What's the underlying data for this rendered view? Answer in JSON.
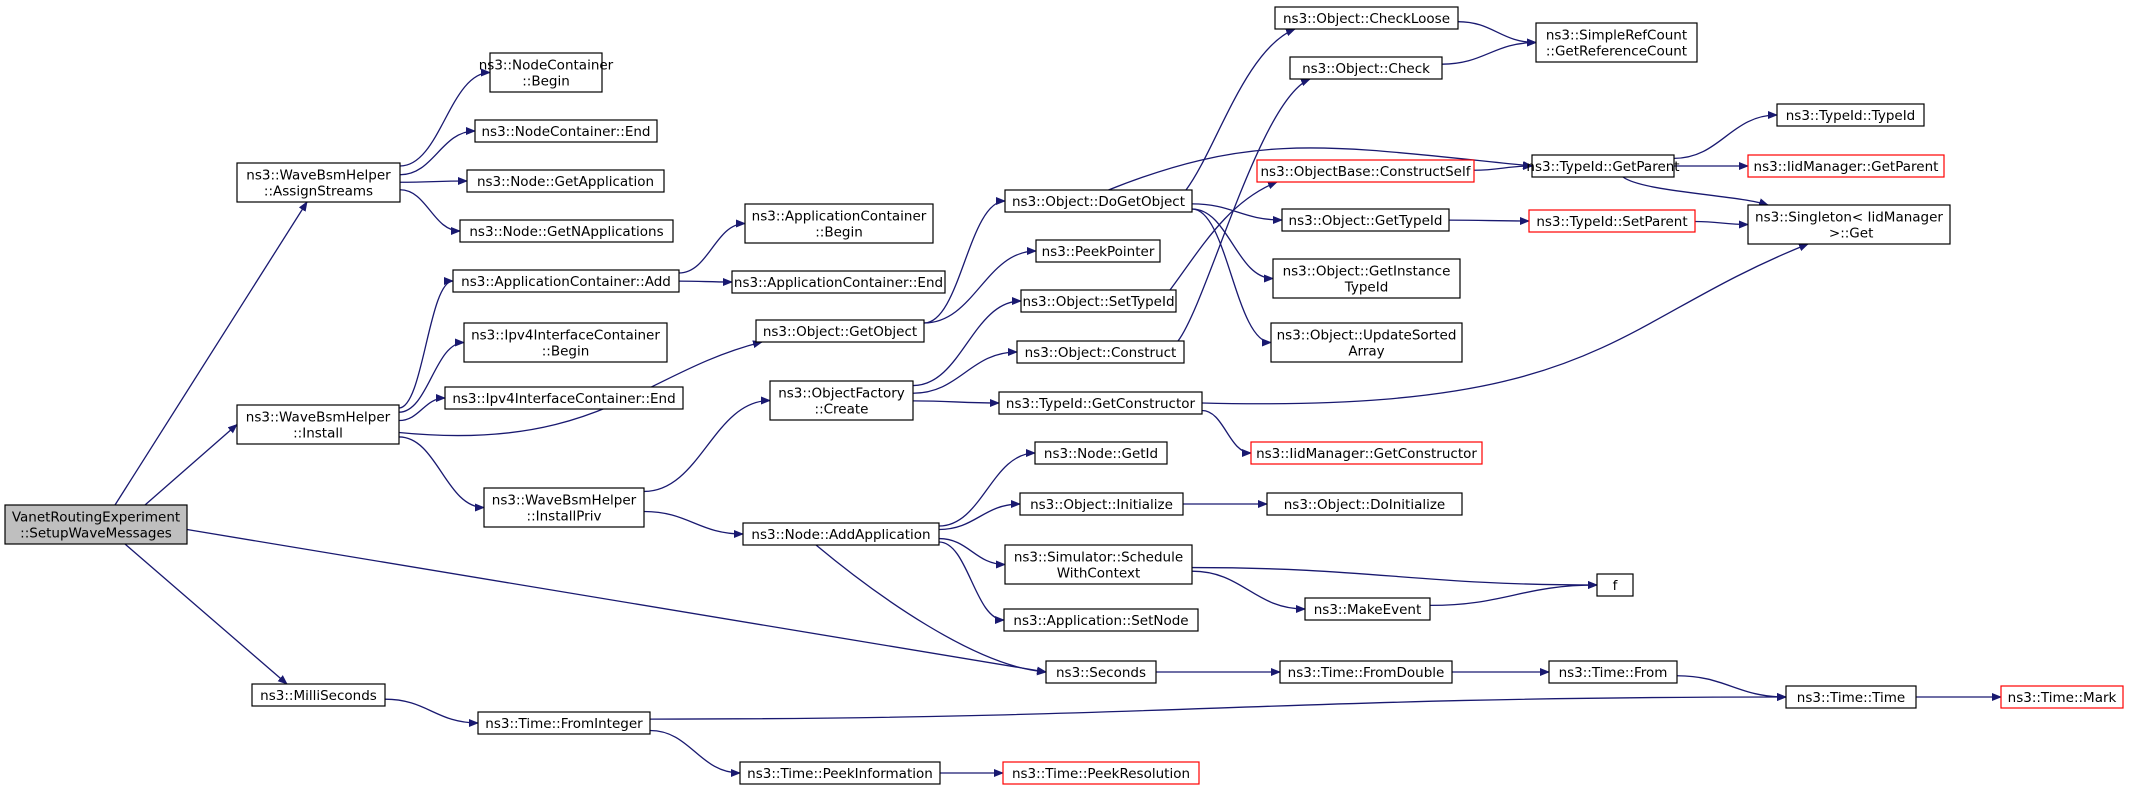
{
  "colors": {
    "edge": "#191970",
    "node_border": "#000000",
    "node_border_incomplete": "#ff0000",
    "root_fill": "#bfbfbf",
    "node_fill": "#ffffff"
  },
  "nodes": [
    {
      "id": "root",
      "lines": [
        "VanetRoutingExperiment",
        "::SetupWaveMessages"
      ],
      "style": "root"
    },
    {
      "id": "assign",
      "lines": [
        "ns3::WaveBsmHelper",
        "::AssignStreams"
      ]
    },
    {
      "id": "install",
      "lines": [
        "ns3::WaveBsmHelper",
        "::Install"
      ]
    },
    {
      "id": "ms",
      "lines": [
        "ns3::MilliSeconds"
      ]
    },
    {
      "id": "ncBegin",
      "lines": [
        "ns3::NodeContainer",
        "::Begin"
      ]
    },
    {
      "id": "ncEnd",
      "lines": [
        "ns3::NodeContainer::End"
      ]
    },
    {
      "id": "getApp",
      "lines": [
        "ns3::Node::GetApplication"
      ]
    },
    {
      "id": "getNApps",
      "lines": [
        "ns3::Node::GetNApplications"
      ]
    },
    {
      "id": "acAdd",
      "lines": [
        "ns3::ApplicationContainer::Add"
      ]
    },
    {
      "id": "ipv4Begin",
      "lines": [
        "ns3::Ipv4InterfaceContainer",
        "::Begin"
      ]
    },
    {
      "id": "ipv4End",
      "lines": [
        "ns3::Ipv4InterfaceContainer::End"
      ]
    },
    {
      "id": "installPriv",
      "lines": [
        "ns3::WaveBsmHelper",
        "::InstallPriv"
      ]
    },
    {
      "id": "fromInteger",
      "lines": [
        "ns3::Time::FromInteger"
      ]
    },
    {
      "id": "acBegin",
      "lines": [
        "ns3::ApplicationContainer",
        "::Begin"
      ]
    },
    {
      "id": "acEnd",
      "lines": [
        "ns3::ApplicationContainer::End"
      ]
    },
    {
      "id": "getObject",
      "lines": [
        "ns3::Object::GetObject"
      ]
    },
    {
      "id": "ofCreate",
      "lines": [
        "ns3::ObjectFactory",
        "::Create"
      ]
    },
    {
      "id": "addApp",
      "lines": [
        "ns3::Node::AddApplication"
      ]
    },
    {
      "id": "peekInfo",
      "lines": [
        "ns3::Time::PeekInformation"
      ]
    },
    {
      "id": "doGetObject",
      "lines": [
        "ns3::Object::DoGetObject"
      ]
    },
    {
      "id": "peekPointer",
      "lines": [
        "ns3::PeekPointer"
      ]
    },
    {
      "id": "setTypeId",
      "lines": [
        "ns3::Object::SetTypeId"
      ]
    },
    {
      "id": "construct",
      "lines": [
        "ns3::Object::Construct"
      ]
    },
    {
      "id": "getConstructor",
      "lines": [
        "ns3::TypeId::GetConstructor"
      ]
    },
    {
      "id": "getId",
      "lines": [
        "ns3::Node::GetId"
      ]
    },
    {
      "id": "initialize",
      "lines": [
        "ns3::Object::Initialize"
      ]
    },
    {
      "id": "schedule",
      "lines": [
        "ns3::Simulator::Schedule",
        "WithContext"
      ]
    },
    {
      "id": "setNode",
      "lines": [
        "ns3::Application::SetNode"
      ]
    },
    {
      "id": "seconds",
      "lines": [
        "ns3::Seconds"
      ]
    },
    {
      "id": "peekRes",
      "lines": [
        "ns3::Time::PeekResolution"
      ],
      "style": "red"
    },
    {
      "id": "checkLoose",
      "lines": [
        "ns3::Object::CheckLoose"
      ]
    },
    {
      "id": "check",
      "lines": [
        "ns3::Object::Check"
      ]
    },
    {
      "id": "constructSelf",
      "lines": [
        "ns3::ObjectBase::ConstructSelf"
      ],
      "style": "red"
    },
    {
      "id": "objGetTypeId",
      "lines": [
        "ns3::Object::GetTypeId"
      ]
    },
    {
      "id": "getInstanceTypeId",
      "lines": [
        "ns3::Object::GetInstance",
        "TypeId"
      ]
    },
    {
      "id": "updateSorted",
      "lines": [
        "ns3::Object::UpdateSorted",
        "Array"
      ]
    },
    {
      "id": "iidGetConstructor",
      "lines": [
        "ns3::IidManager::GetConstructor"
      ],
      "style": "red"
    },
    {
      "id": "doInitialize",
      "lines": [
        "ns3::Object::DoInitialize"
      ]
    },
    {
      "id": "makeEvent",
      "lines": [
        "ns3::MakeEvent"
      ]
    },
    {
      "id": "fromDouble",
      "lines": [
        "ns3::Time::FromDouble"
      ]
    },
    {
      "id": "refCount",
      "lines": [
        "ns3::SimpleRefCount",
        "::GetReferenceCount"
      ]
    },
    {
      "id": "getParent",
      "lines": [
        "ns3::TypeId::GetParent"
      ]
    },
    {
      "id": "tidSetParent",
      "lines": [
        "ns3::TypeId::SetParent"
      ],
      "style": "red"
    },
    {
      "id": "f",
      "lines": [
        "f"
      ]
    },
    {
      "id": "timeFrom",
      "lines": [
        "ns3::Time::From"
      ]
    },
    {
      "id": "typeIdCtor",
      "lines": [
        "ns3::TypeId::TypeId"
      ]
    },
    {
      "id": "iidGetParent",
      "lines": [
        "ns3::IidManager::GetParent"
      ],
      "style": "red"
    },
    {
      "id": "singletonGet",
      "lines": [
        "ns3::Singleton< IidManager",
        " >::Get"
      ]
    },
    {
      "id": "timeTime",
      "lines": [
        "ns3::Time::Time"
      ]
    },
    {
      "id": "timeMark",
      "lines": [
        "ns3::Time::Mark"
      ],
      "style": "red"
    }
  ],
  "edges": [
    [
      "root",
      "assign"
    ],
    [
      "root",
      "install"
    ],
    [
      "root",
      "ms"
    ],
    [
      "root",
      "seconds"
    ],
    [
      "assign",
      "ncBegin"
    ],
    [
      "assign",
      "ncEnd"
    ],
    [
      "assign",
      "getApp"
    ],
    [
      "assign",
      "getNApps"
    ],
    [
      "install",
      "acAdd"
    ],
    [
      "install",
      "ipv4Begin"
    ],
    [
      "install",
      "ipv4End"
    ],
    [
      "install",
      "getObject"
    ],
    [
      "install",
      "installPriv"
    ],
    [
      "acAdd",
      "acBegin"
    ],
    [
      "acAdd",
      "acEnd"
    ],
    [
      "installPriv",
      "ofCreate"
    ],
    [
      "installPriv",
      "addApp"
    ],
    [
      "ms",
      "fromInteger"
    ],
    [
      "fromInteger",
      "peekInfo"
    ],
    [
      "fromInteger",
      "timeTime"
    ],
    [
      "peekInfo",
      "peekRes"
    ],
    [
      "getObject",
      "doGetObject"
    ],
    [
      "getObject",
      "peekPointer"
    ],
    [
      "ofCreate",
      "setTypeId"
    ],
    [
      "ofCreate",
      "construct"
    ],
    [
      "ofCreate",
      "getConstructor"
    ],
    [
      "addApp",
      "getId"
    ],
    [
      "addApp",
      "initialize"
    ],
    [
      "addApp",
      "schedule"
    ],
    [
      "addApp",
      "setNode"
    ],
    [
      "addApp",
      "seconds"
    ],
    [
      "doGetObject",
      "checkLoose"
    ],
    [
      "doGetObject",
      "getParent"
    ],
    [
      "doGetObject",
      "objGetTypeId"
    ],
    [
      "doGetObject",
      "getInstanceTypeId"
    ],
    [
      "doGetObject",
      "updateSorted"
    ],
    [
      "setTypeId",
      "constructSelf"
    ],
    [
      "construct",
      "check"
    ],
    [
      "getConstructor",
      "iidGetConstructor"
    ],
    [
      "getConstructor",
      "singletonGet"
    ],
    [
      "initialize",
      "doInitialize"
    ],
    [
      "schedule",
      "f"
    ],
    [
      "schedule",
      "makeEvent"
    ],
    [
      "makeEvent",
      "f"
    ],
    [
      "seconds",
      "fromDouble"
    ],
    [
      "fromDouble",
      "timeFrom"
    ],
    [
      "timeFrom",
      "timeTime"
    ],
    [
      "timeTime",
      "timeMark"
    ],
    [
      "checkLoose",
      "refCount"
    ],
    [
      "check",
      "refCount"
    ],
    [
      "constructSelf",
      "getParent"
    ],
    [
      "objGetTypeId",
      "tidSetParent"
    ],
    [
      "tidSetParent",
      "singletonGet"
    ],
    [
      "getParent",
      "typeIdCtor"
    ],
    [
      "getParent",
      "iidGetParent"
    ],
    [
      "getParent",
      "singletonGet"
    ]
  ]
}
